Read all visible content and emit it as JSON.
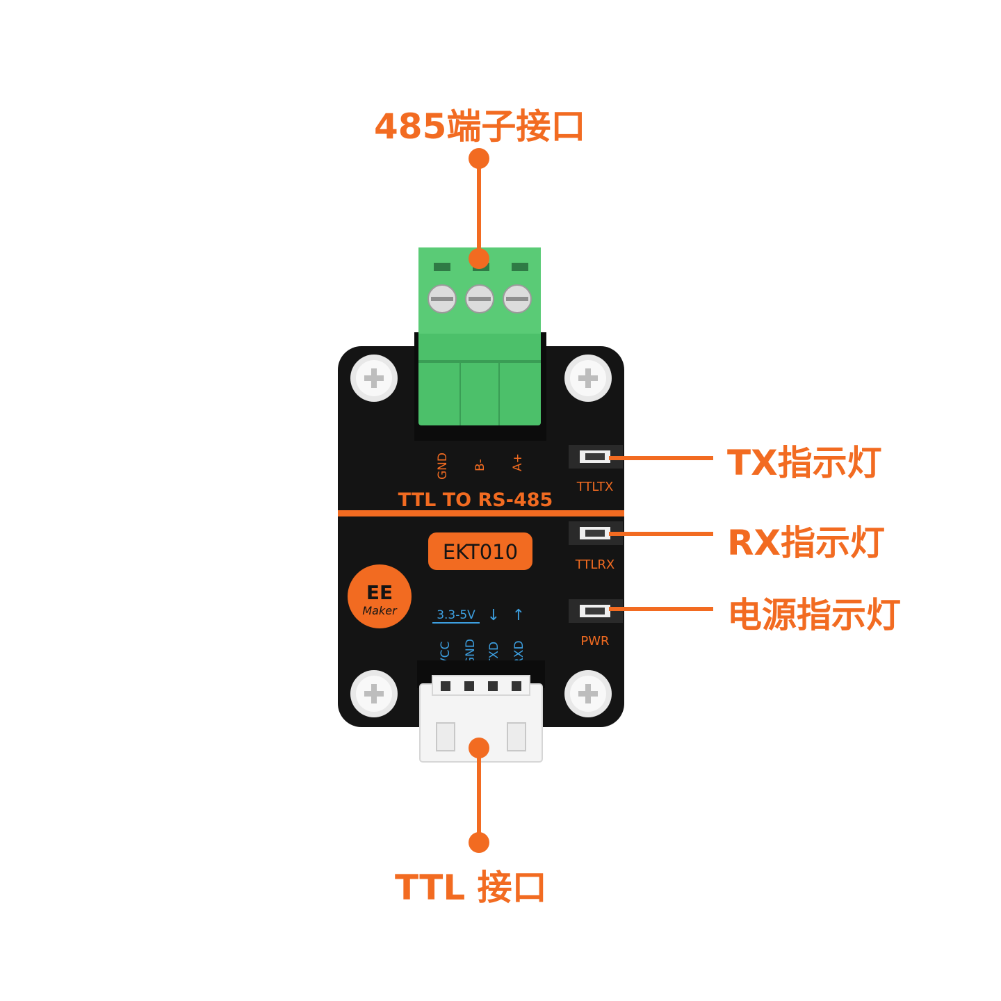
{
  "callouts": {
    "terminal_485": "485端子接口",
    "tx_led": "TX指示灯",
    "rx_led": "RX指示灯",
    "power_led": "电源指示灯",
    "ttl_port": "TTL 接口"
  },
  "board": {
    "title": "TTL TO RS-485",
    "model": "EKT010",
    "logo_top": "EE",
    "logo_bottom": "Maker",
    "terminal_pins": [
      "GND",
      "B-",
      "A+"
    ],
    "led_labels": [
      "TTLTX",
      "TTLRX",
      "PWR"
    ],
    "voltage": "3.3-5V",
    "ttl_pins": [
      "VCC",
      "GND",
      "TXD",
      "RXD"
    ],
    "tx_arrow": "↓",
    "rx_arrow": "↑"
  },
  "colors": {
    "accent": "#f26b21",
    "board": "#141414",
    "terminal": "#4cc06a",
    "silk_blue": "#3d9fe0"
  }
}
